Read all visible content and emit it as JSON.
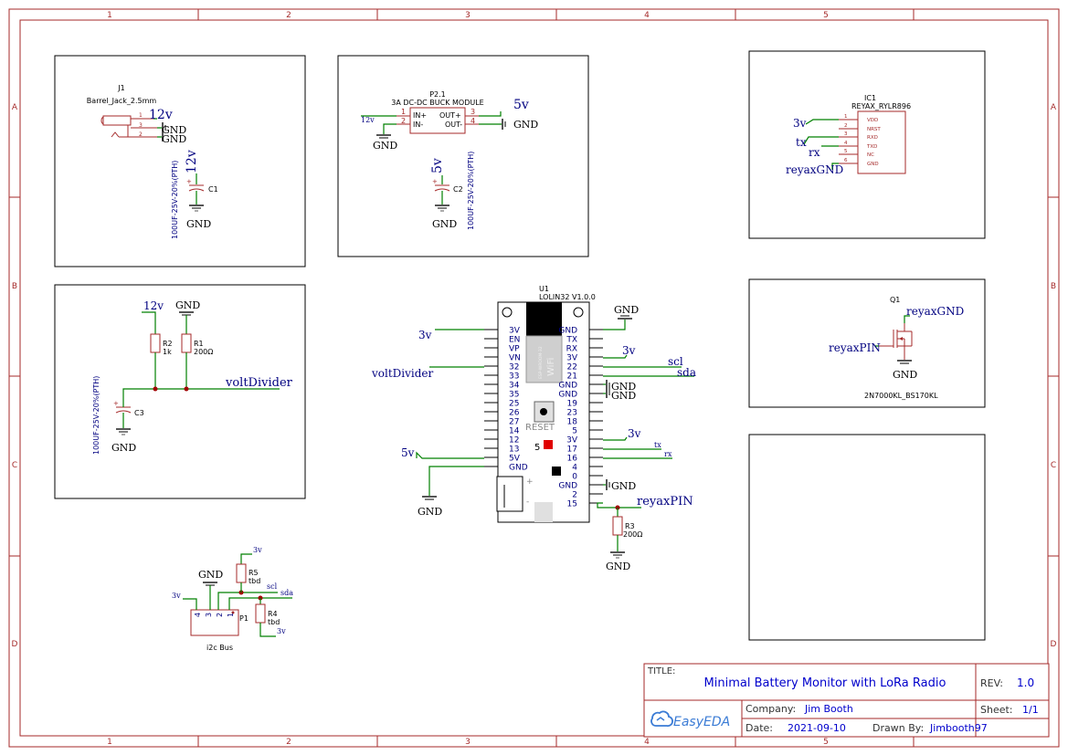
{
  "grid": {
    "columns": [
      "1",
      "2",
      "3",
      "4",
      "5"
    ],
    "rows": [
      "A",
      "B",
      "C",
      "D"
    ]
  },
  "power": {
    "barrel_jack": {
      "ref": "J1",
      "name": "Barrel_Jack_2.5mm",
      "net_12v": "12v",
      "gnd1": "GND",
      "gnd2": "GND",
      "pins": [
        "1",
        "3",
        "2"
      ],
      "cap_ref": "C1",
      "cap_value": "100UF-25V-20%(PTH)",
      "cap_net": "12v",
      "cap_gnd": "GND"
    },
    "buck": {
      "ref": "P2.1",
      "name": "3A DC-DC BUCK MODULE",
      "in_plus": "IN+",
      "in_minus": "IN-",
      "out_plus": "OUT+",
      "out_minus": "OUT-",
      "pins": [
        "1",
        "2",
        "3",
        "4"
      ],
      "in_net": "12v",
      "in_gnd": "GND",
      "out_net": "5v",
      "out_gnd": "GND",
      "cap_ref": "C2",
      "cap_value": "100UF-25V-20%(PTH)",
      "cap_net": "5v",
      "cap_gnd": "GND"
    },
    "divider": {
      "net_12v": "12v",
      "gnd": "GND",
      "r2_ref": "R2",
      "r2_value": "1k",
      "r1_ref": "R1",
      "r1_value": "200Ω",
      "out_net": "voltDivider",
      "cap_ref": "C3",
      "cap_value": "100UF-25V-20%(PTH)",
      "cap_gnd": "GND"
    }
  },
  "radio": {
    "ref": "IC1",
    "name": "REYAX_RYLR896",
    "pin_numbers": [
      "1",
      "2",
      "3",
      "4",
      "5",
      "6"
    ],
    "pin_names": [
      "VDD",
      "NRST",
      "RXD",
      "TXD",
      "NC",
      "GND"
    ],
    "net_3v": "3v",
    "net_tx": "tx",
    "net_rx": "rx",
    "net_gnd": "reyaxGND"
  },
  "mosfet": {
    "ref": "Q1",
    "name": "2N7000KL_BS170KL",
    "net_drain": "reyaxGND",
    "net_gate": "reyaxPIN",
    "net_source": "GND"
  },
  "mcu": {
    "ref": "U1",
    "name": "LOLIN32 V1.0.0",
    "left_pins": [
      "3V",
      "EN",
      "VP",
      "VN",
      "32",
      "33",
      "34",
      "35",
      "25",
      "26",
      "27",
      "14",
      "12",
      "13",
      "5V",
      "GND"
    ],
    "right_pins": [
      "GND",
      "TX",
      "RX",
      "3V",
      "22",
      "21",
      "GND",
      "GND",
      "19",
      "23",
      "18",
      "5",
      "3V",
      "17",
      "16",
      "4",
      "0",
      "GND",
      "2",
      "15"
    ],
    "wifi": "WiFi",
    "chip_text": "ESP-WROOM-32",
    "reset": "RESET",
    "led_label": "5",
    "nets": {
      "left_3v": "3v",
      "volt_divider": "voltDivider",
      "left_5v": "5v",
      "left_gnd": "GND",
      "right_gnd_top": "GND",
      "right_3v": "3v",
      "scl": "scl",
      "sda": "sda",
      "gnd_21a": "GND",
      "gnd_21b": "GND",
      "right_3v_b": "3v",
      "tx": "tx",
      "rx": "rx",
      "gnd_0": "GND",
      "reyax_pin": "reyaxPIN"
    },
    "r3_ref": "R3",
    "r3_value": "200Ω",
    "r3_gnd": "GND"
  },
  "i2c": {
    "ref": "P1",
    "name": "i2c Bus",
    "pins": [
      "4",
      "3",
      "2",
      "1"
    ],
    "net_3v_left": "3v",
    "net_gnd": "GND",
    "net_scl": "scl",
    "net_sda": "sda",
    "r5_ref": "R5",
    "r5_value": "tbd",
    "r5_net": "3v",
    "r4_ref": "R4",
    "r4_value": "tbd",
    "r4_net": "3v"
  },
  "title_block": {
    "title_label": "TITLE:",
    "title": "Minimal Battery Monitor with LoRa Radio",
    "rev_label": "REV:",
    "rev": "1.0",
    "company_label": "Company:",
    "company": "Jim Booth",
    "sheet_label": "Sheet:",
    "sheet": "1/1",
    "date_label": "Date:",
    "date": "2021-09-10",
    "drawn_label": "Drawn By:",
    "drawn_by": "Jimbooth97",
    "logo": "EasyEDA"
  },
  "colors": {
    "frame": "#a52a2a",
    "wire": "#008000",
    "net_label": "#000080",
    "title_text": "#0000cc"
  }
}
